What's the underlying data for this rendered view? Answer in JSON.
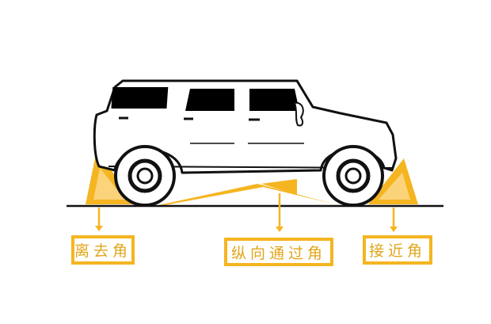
{
  "labels": {
    "departure_angle": "离去角",
    "breakover_angle": "纵向通过角",
    "approach_angle": "接近角"
  },
  "colors": {
    "accent": "#f5b520",
    "accent_light": "#fbd37a",
    "outline": "#111111"
  }
}
